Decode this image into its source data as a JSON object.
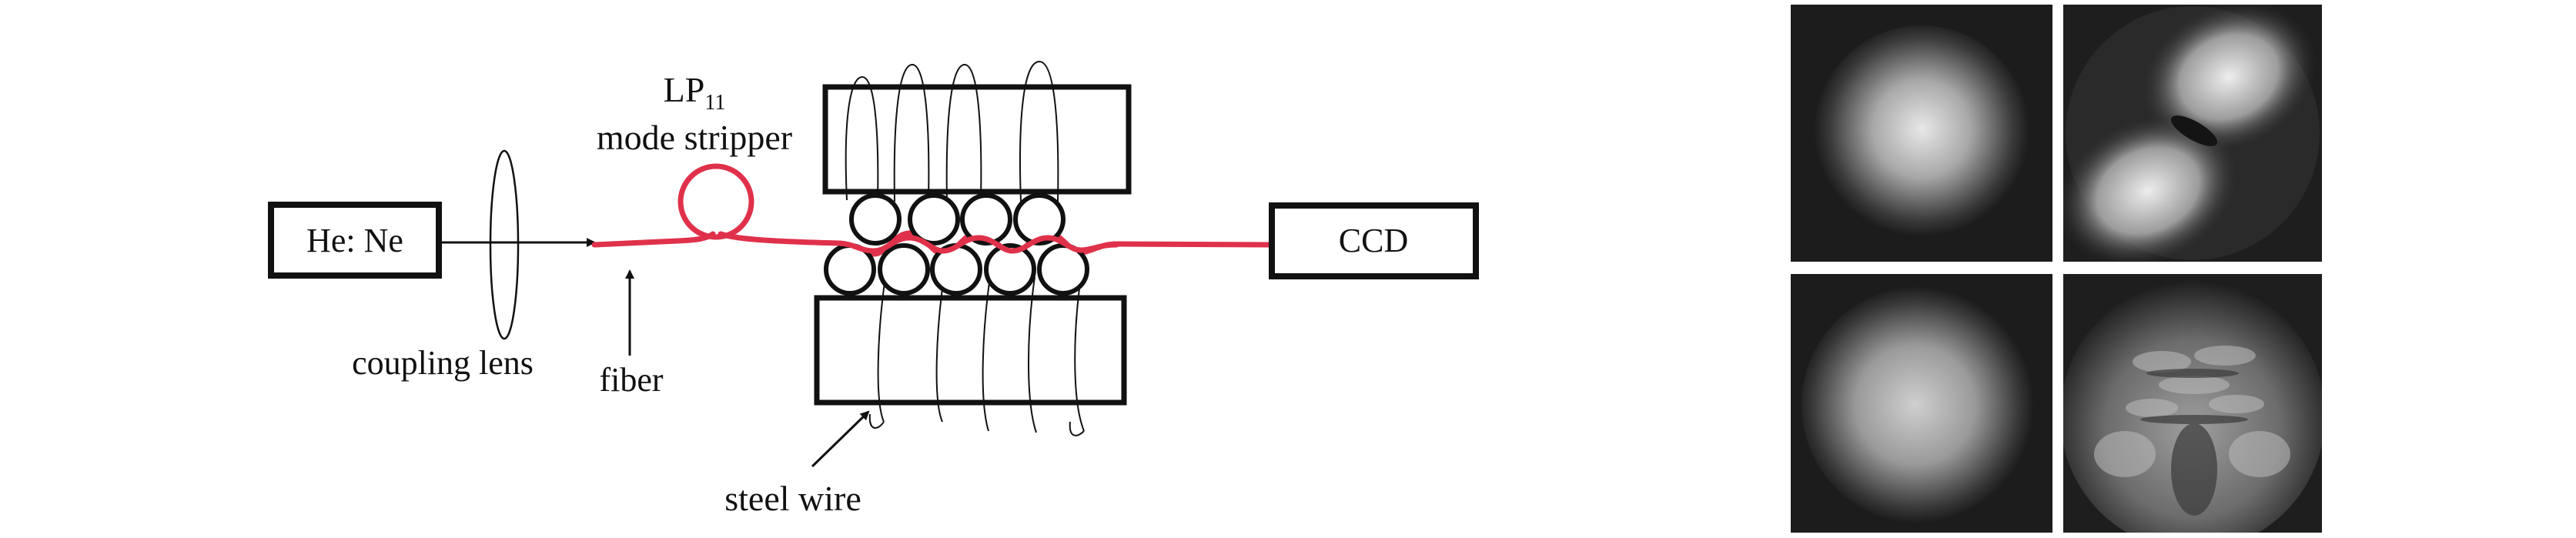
{
  "schematic": {
    "laser_label": "He: Ne",
    "detector_label": "CCD",
    "lens_label": "coupling lens",
    "fiber_label": "fiber",
    "stripper_label_main": "LP",
    "stripper_label_sub": "11",
    "stripper_label_line2": "mode stripper",
    "wire_label": "steel wire",
    "fiber_color": "#e0314b"
  },
  "mode_images": [
    {
      "id": "top-left",
      "pattern": "LP01 fundamental spot"
    },
    {
      "id": "top-right",
      "pattern": "LP11 two-lobe"
    },
    {
      "id": "bottom-left",
      "pattern": "LP01 fundamental spot"
    },
    {
      "id": "bottom-right",
      "pattern": "speckled mode pattern"
    }
  ]
}
